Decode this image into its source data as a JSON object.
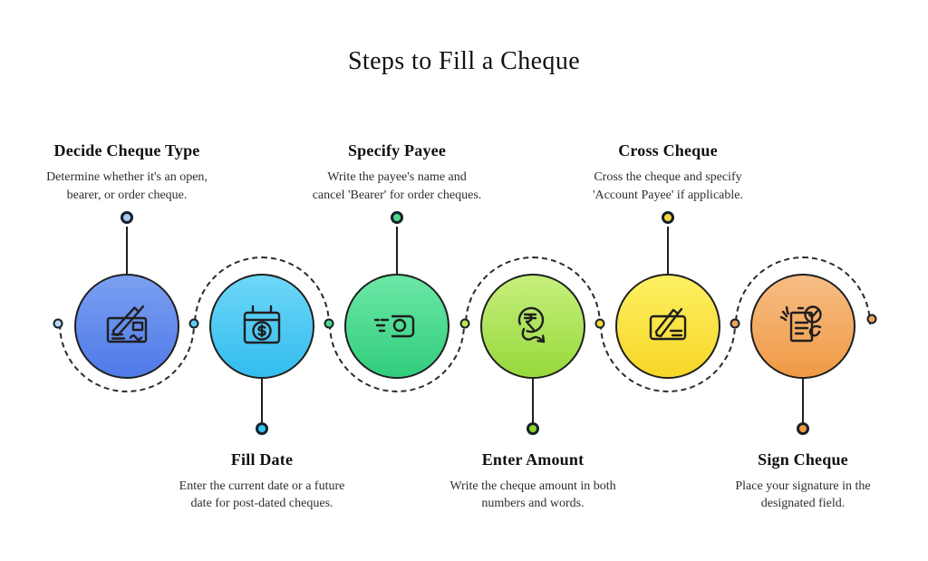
{
  "title": "Steps to Fill a Cheque",
  "colors": {
    "background": "#ffffff",
    "stroke": "#1f1f1f"
  },
  "steps": [
    {
      "title": "Decide Cheque Type",
      "description": "Determine whether it's an open, bearer, or order cheque.",
      "icon": "cheque-pen-icon",
      "label_position": "top",
      "circle_gradient": [
        "#7ba0f1",
        "#4f79e8"
      ],
      "stem_dot_color": "#a9c8f4"
    },
    {
      "title": "Fill Date",
      "description": "Enter the current date or a future date for post-dated cheques.",
      "icon": "calendar-dollar-icon",
      "label_position": "bottom",
      "circle_gradient": [
        "#6ed7f7",
        "#32bdef"
      ],
      "stem_dot_color": "#35c5f0"
    },
    {
      "title": "Specify Payee",
      "description": "Write the payee's name and cancel 'Bearer' for order cheques.",
      "icon": "cheque-transfer-icon",
      "label_position": "top",
      "circle_gradient": [
        "#6ce8a6",
        "#31cd7c"
      ],
      "stem_dot_color": "#4cd98a"
    },
    {
      "title": "Enter Amount",
      "description": "Write the cheque amount in both numbers and words.",
      "icon": "rupee-trend-icon",
      "label_position": "bottom",
      "circle_gradient": [
        "#c6ef7c",
        "#97d93c"
      ],
      "stem_dot_color": "#8ed32f"
    },
    {
      "title": "Cross Cheque",
      "description": "Cross the cheque and specify 'Account Payee' if applicable.",
      "icon": "pen-writing-icon",
      "label_position": "top",
      "circle_gradient": [
        "#fdf064",
        "#f7d626"
      ],
      "stem_dot_color": "#f7d73a"
    },
    {
      "title": "Sign Cheque",
      "description": "Place your signature in the designated field.",
      "icon": "signed-document-icon",
      "label_position": "bottom",
      "circle_gradient": [
        "#f7bd85",
        "#ef9a45"
      ],
      "stem_dot_color": "#f59a3c"
    }
  ],
  "connector_dots": [
    "#bcd7f5",
    "#62cbf2",
    "#4cd98a",
    "#bce74e",
    "#f7d73a",
    "#f2a158",
    "#f2a158"
  ]
}
